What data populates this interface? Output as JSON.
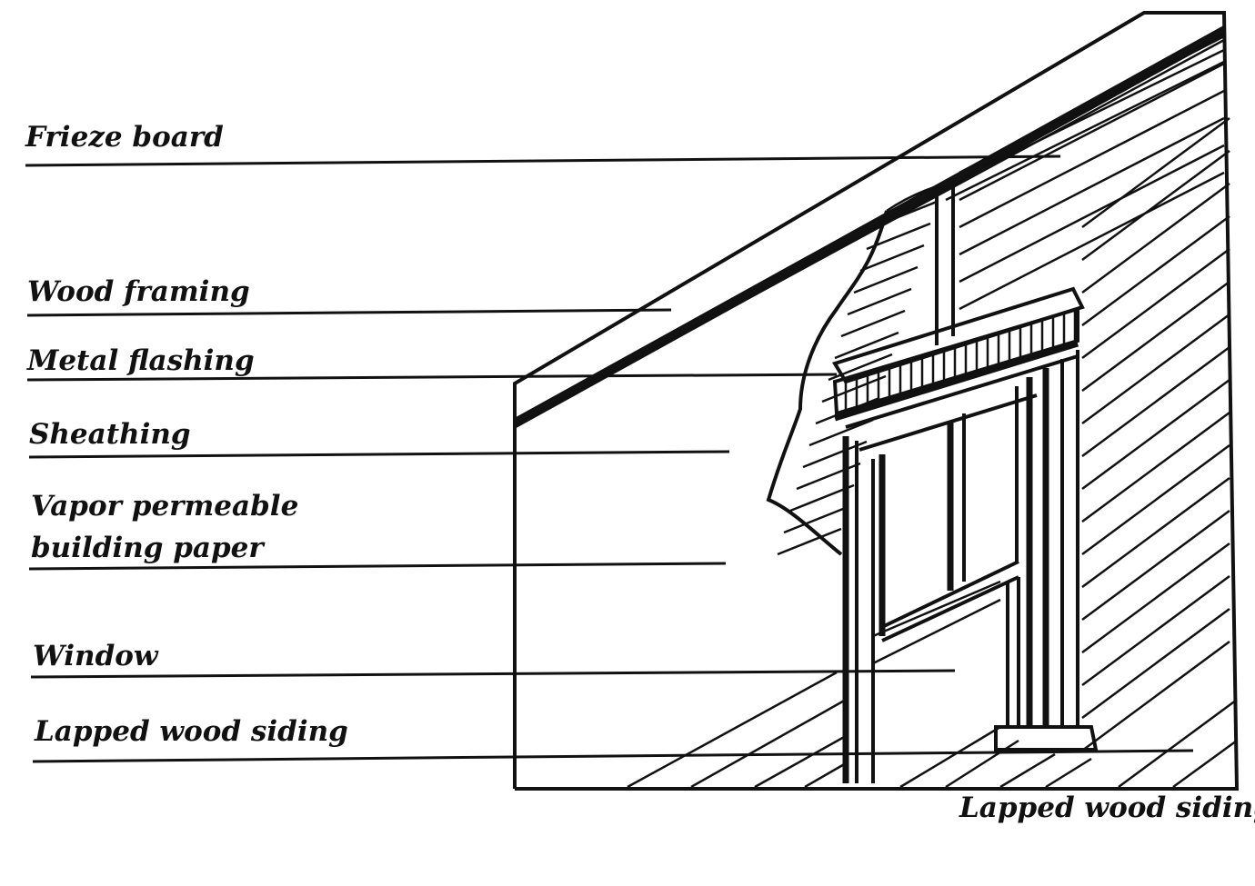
{
  "labels": {
    "frieze_board": "Frieze board",
    "wood_framing": "Wood framing",
    "metal_flashing": "Metal flashing",
    "sheathing": "Sheathing",
    "vapor_line1": "Vapor permeable",
    "vapor_line2": "building paper",
    "window": "Window",
    "lapped_siding_left": "Lapped wood siding",
    "lapped_siding_bottom": "Lapped wood siding"
  },
  "colors": {
    "ink": "#111111",
    "background": "#ffffff"
  }
}
